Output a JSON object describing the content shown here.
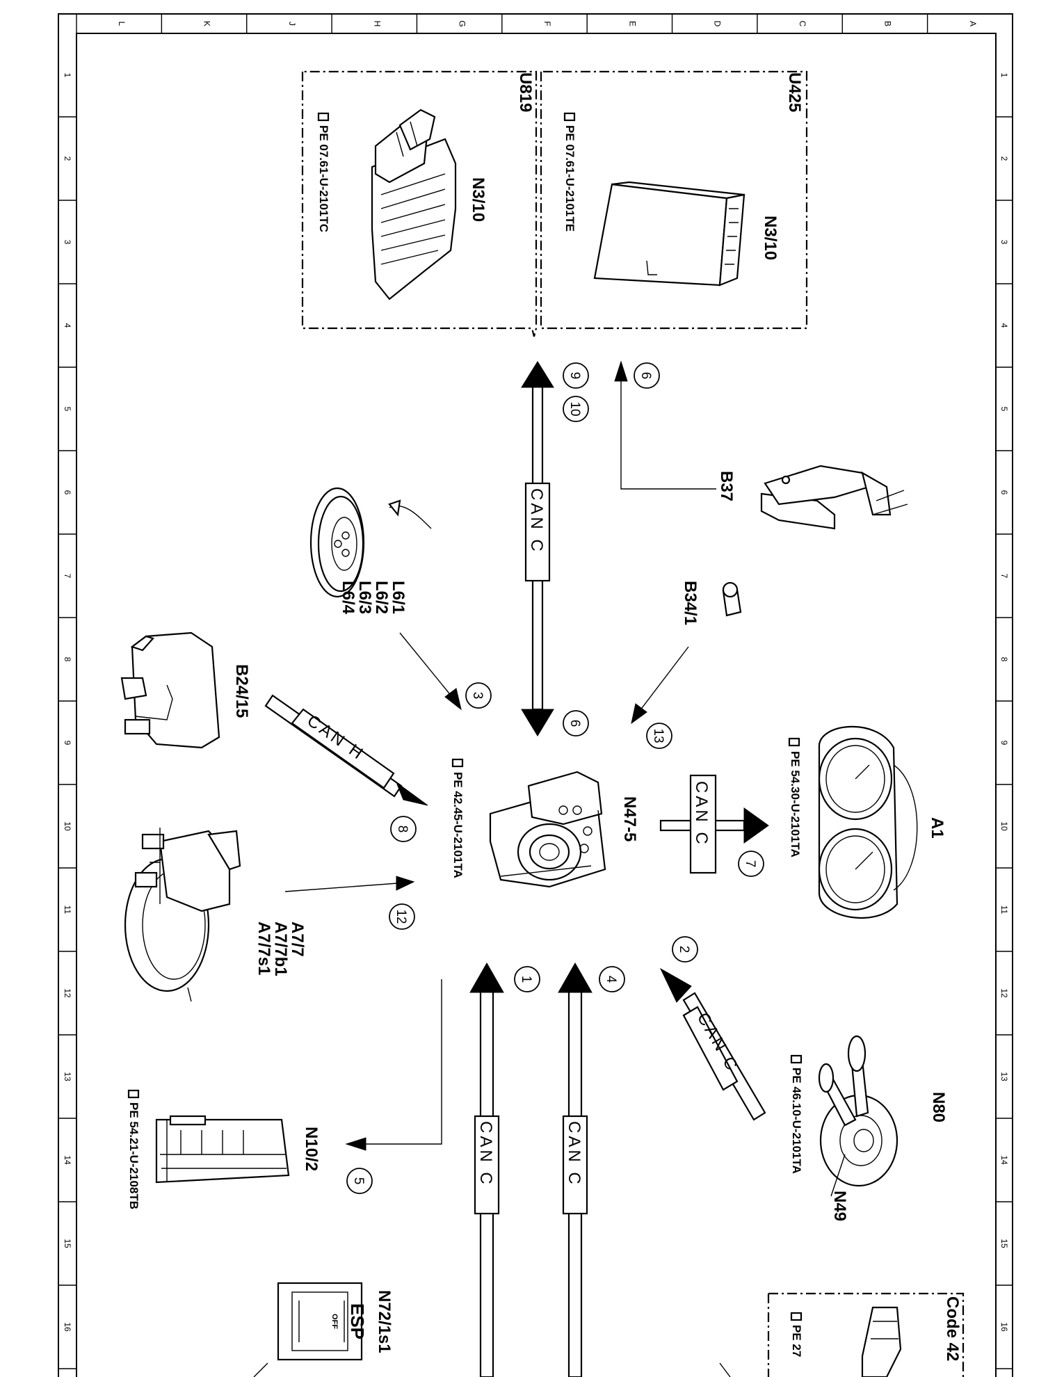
{
  "sheet": {
    "column_letters": [
      "L",
      "K",
      "J",
      "H",
      "G",
      "F",
      "E",
      "D",
      "C",
      "B",
      "A"
    ],
    "row_numbers": [
      "1",
      "2",
      "3",
      "4",
      "5",
      "6",
      "7",
      "8",
      "9",
      "10",
      "11",
      "12",
      "13",
      "14",
      "15",
      "16"
    ]
  },
  "components": {
    "u425_box": {
      "variant": "U425",
      "code": "N3/10",
      "ref": "PE 07.61-U-2101TE"
    },
    "u819_box": {
      "variant": "U819",
      "code": "N3/10",
      "ref": "PE 07.61-U-2101TC"
    },
    "b37": {
      "code": "B37"
    },
    "b34_1": {
      "code": "B34/1"
    },
    "l6": {
      "codes": [
        "L6/1",
        "L6/2",
        "L6/3",
        "L6/4"
      ]
    },
    "b24_15": {
      "code": "B24/15"
    },
    "n47_5": {
      "code": "N47-5",
      "ref": "PE 42.45-U-2101TA"
    },
    "a1": {
      "code": "A1",
      "ref": "PE 54.30-U-2101TA"
    },
    "a7": {
      "codes": [
        "A7/7",
        "A7/7b1",
        "A7/7s1"
      ]
    },
    "n10_2": {
      "code": "N10/2",
      "ref": "PE 54.21-U-2108TB"
    },
    "n80": {
      "code": "N80",
      "ref": "PE 46.10-U-2101TA",
      "sub": "N49"
    },
    "n72_1s1": {
      "code": "N72/1s1",
      "switch_top": "ESP",
      "switch_bottom": "OFF"
    },
    "code_box": {
      "label": "Code 42",
      "ref": "PE 27"
    }
  },
  "buses": {
    "vertical_ecm": "CAN C",
    "b24_15": "CAN H",
    "a1": "CAN C",
    "bottom_1": "CAN C",
    "bottom_4": "CAN C",
    "n80": "CAN C"
  },
  "callouts": {
    "c9": "9",
    "c10": "10",
    "c6_top": "6",
    "c3": "3",
    "c6": "6",
    "c13": "13",
    "c8": "8",
    "c7": "7",
    "c12": "12",
    "c1": "1",
    "c4": "4",
    "c2": "2",
    "c5": "5"
  }
}
